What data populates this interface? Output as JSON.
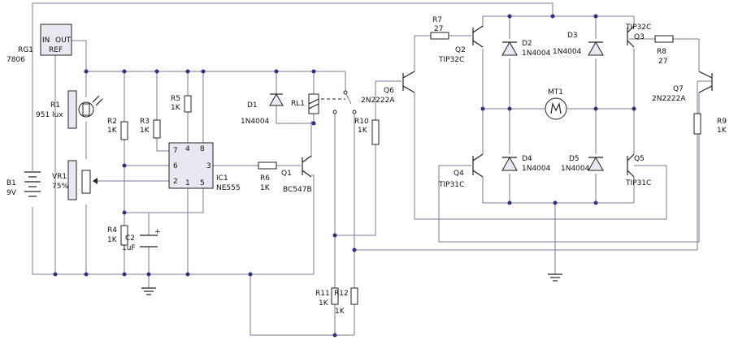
{
  "components": {
    "rg1": {
      "ref": "RG1",
      "value": "7806",
      "pin_in": "IN",
      "pin_out": "OUT",
      "pin_ref": "REF"
    },
    "r1": {
      "ref": "R1",
      "value": "951 lux"
    },
    "b1": {
      "ref": "B1",
      "value": "9V"
    },
    "vr1": {
      "ref": "VR1",
      "value": "75%"
    },
    "r2": {
      "ref": "R2",
      "value": "1K"
    },
    "r3": {
      "ref": "R3",
      "value": "1K"
    },
    "r4": {
      "ref": "R4",
      "value": "1K"
    },
    "r5": {
      "ref": "R5",
      "value": "1K"
    },
    "c2": {
      "ref": "C2",
      "value": "1uF",
      "polarity": "+"
    },
    "ic1": {
      "ref": "IC1",
      "value": "NE555",
      "pins": [
        "7",
        "4",
        "8",
        "6",
        "3",
        "2",
        "1",
        "5"
      ]
    },
    "r6": {
      "ref": "R6",
      "value": "1K"
    },
    "q1": {
      "ref": "Q1",
      "value": "BC547B"
    },
    "d1": {
      "ref": "D1",
      "value": "1N4004"
    },
    "rl1": {
      "ref": "RL1"
    },
    "r10": {
      "ref": "R10",
      "value": "1K"
    },
    "r11": {
      "ref": "R11",
      "value": "1K"
    },
    "r12": {
      "ref": "R12",
      "value": "1K"
    },
    "r7": {
      "ref": "R7",
      "value": "27"
    },
    "q2": {
      "ref": "Q2",
      "value": "TIP32C"
    },
    "q6": {
      "ref": "Q6",
      "value": "2N2222A"
    },
    "d2": {
      "ref": "D2",
      "value": "1N4004"
    },
    "d3": {
      "ref": "D3",
      "value": "1N4004"
    },
    "mt1": {
      "ref": "MT1"
    },
    "d4": {
      "ref": "D4",
      "value": "1N4004"
    },
    "d5": {
      "ref": "D5",
      "value": "1N4004"
    },
    "q4": {
      "ref": "Q4",
      "value": "TIP31C"
    },
    "q5": {
      "ref": "Q5",
      "value": "TIP31C"
    },
    "q3": {
      "ref": "Q3",
      "value": "TIP32C"
    },
    "r8": {
      "ref": "R8",
      "value": "27"
    },
    "q7": {
      "ref": "Q7",
      "value": "2N2222A"
    },
    "r9": {
      "ref": "R9",
      "value": "1K"
    }
  },
  "colors": {
    "wire": "#7a7a9a",
    "junction": "#303080",
    "component": "#222222"
  }
}
